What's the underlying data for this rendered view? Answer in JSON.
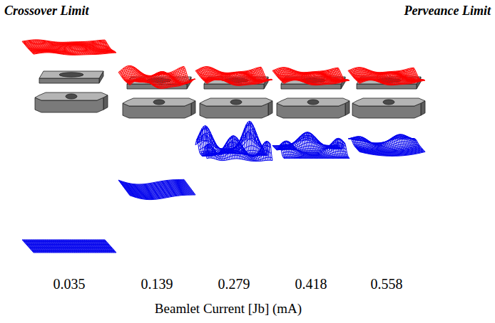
{
  "diagram": {
    "labels": [
      "Crossover Limit",
      "Perveance Limit",
      "0.035",
      "0.139",
      "0.279",
      "0.418",
      "0.558",
      "Beamlet Current [Jb] (mA)"
    ]
  }
}
